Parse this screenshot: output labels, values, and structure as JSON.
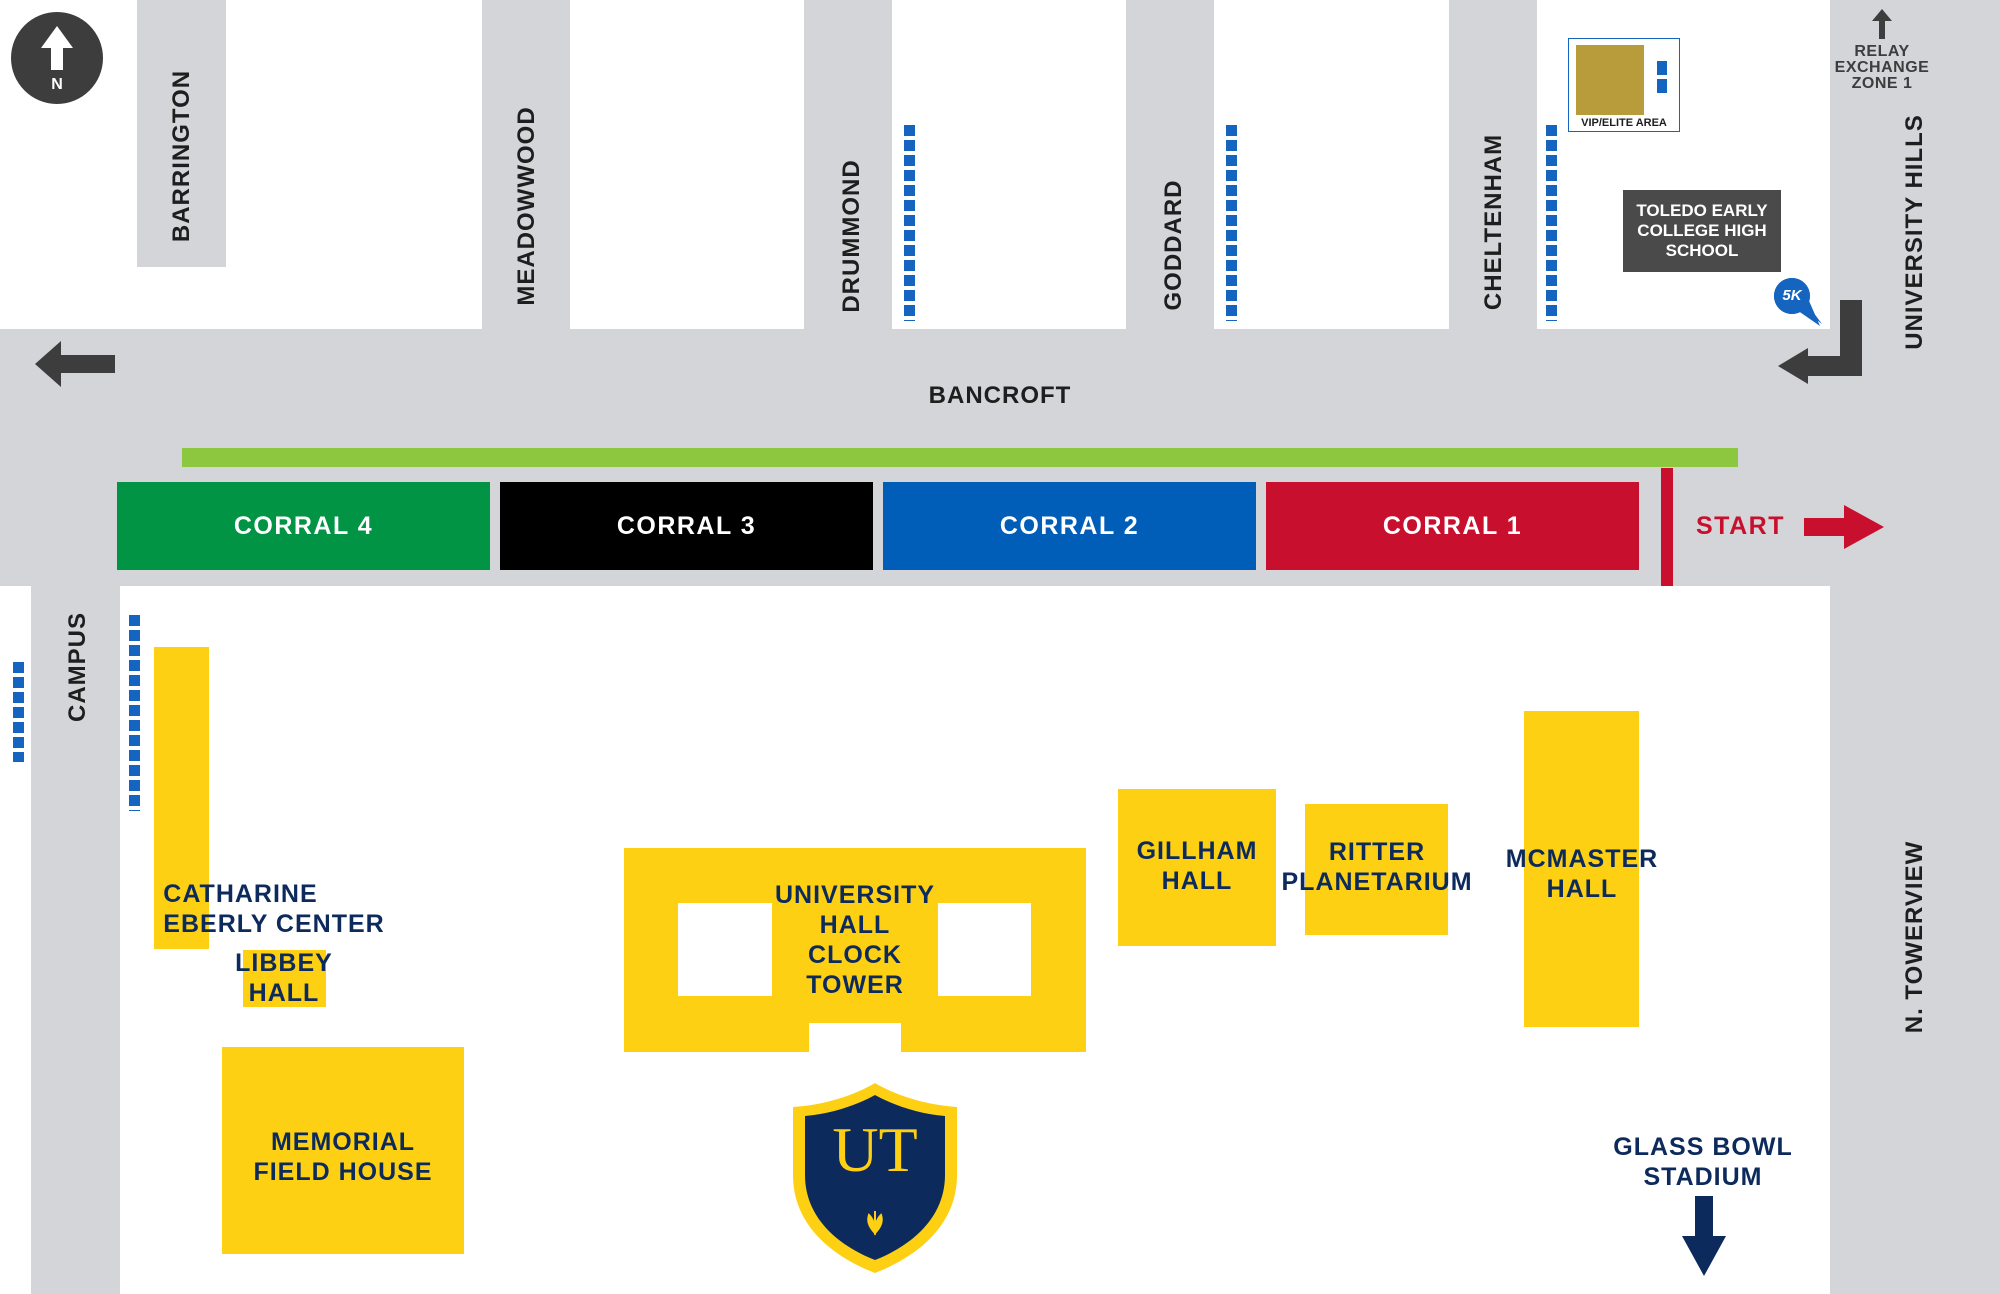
{
  "colors": {
    "road": "#d4d5d8",
    "building": "#fdd013",
    "building_text": "#0d2a5c",
    "green_line": "#8dc63f",
    "start_red": "#c8102e",
    "portable_toilets": "#1565c0",
    "vip_area": "#b89b3a",
    "school_box": "#4a4a4a"
  },
  "compass": {
    "label": "N",
    "icon": "north-arrow-icon"
  },
  "streets": {
    "barrington": "BARRINGTON",
    "meadowwood": "MEADOWWOOD",
    "drummond": "DRUMMOND",
    "goddard": "GODDARD",
    "cheltenham": "CHELTENHAM",
    "university_hills": "UNIVERSITY HILLS",
    "bancroft": "BANCROFT",
    "campus": "CAMPUS",
    "n_towerview": "N. TOWERVIEW"
  },
  "relay": {
    "line1": "RELAY",
    "line2": "EXCHANGE",
    "line3": "ZONE 1",
    "icon": "up-arrow-icon"
  },
  "vip_area": {
    "label": "VIP/ELITE AREA"
  },
  "school": {
    "line1": "TOLEDO EARLY",
    "line2": "COLLEGE HIGH",
    "line3": "SCHOOL"
  },
  "marker_5k": {
    "label": "5K",
    "icon": "map-pin-icon"
  },
  "corrals": [
    {
      "label": "CORRAL 4",
      "color": "#009444"
    },
    {
      "label": "CORRAL 3",
      "color": "#000000"
    },
    {
      "label": "CORRAL 2",
      "color": "#005eb8"
    },
    {
      "label": "CORRAL 1",
      "color": "#c8102e"
    }
  ],
  "start": {
    "label": "START",
    "icon": "right-arrow-icon"
  },
  "buildings": {
    "catharine": {
      "line1": "CATHARINE",
      "line2": "EBERLY CENTER"
    },
    "libbey": {
      "line1": "LIBBEY",
      "line2": "HALL"
    },
    "memorial": {
      "line1": "MEMORIAL",
      "line2": "FIELD HOUSE"
    },
    "university_hall": {
      "line1": "UNIVERSITY",
      "line2": "HALL",
      "line3": "CLOCK",
      "line4": "TOWER"
    },
    "gillham": {
      "line1": "GILLHAM",
      "line2": "HALL"
    },
    "ritter": {
      "line1": "RITTER",
      "line2": "PLANETARIUM"
    },
    "mcmaster": {
      "line1": "MCMASTER",
      "line2": "HALL"
    }
  },
  "stadium": {
    "line1": "GLASS BOWL",
    "line2": "STADIUM",
    "icon": "down-arrow-icon"
  },
  "logo": {
    "text": "UT",
    "icon": "ut-shield-logo"
  }
}
